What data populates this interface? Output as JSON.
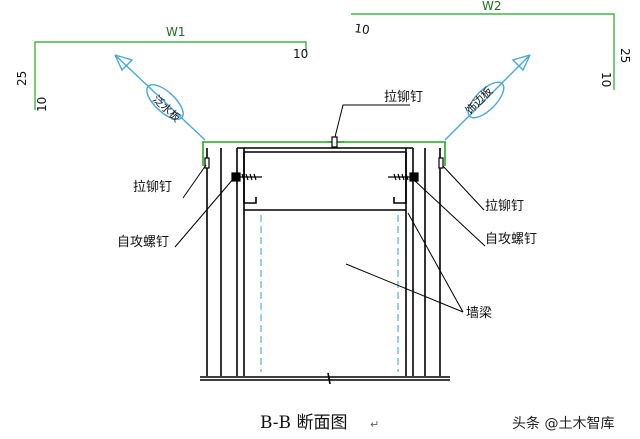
{
  "dimensions": {
    "w1": "W1",
    "w2": "W2",
    "left_top_overhang": "10",
    "left_height": "25",
    "left_bottom_hem": "10",
    "right_top_overhang": "10",
    "right_height": "25",
    "right_bottom_hem": "10"
  },
  "flashings": {
    "left_name": "泛水板",
    "right_name": "饰边板"
  },
  "callouts": {
    "top_rivet": "拉铆钉",
    "left_rivet": "拉铆钉",
    "left_screw": "自攻螺钉",
    "right_rivet": "拉铆钉",
    "right_screw": "自攻螺钉",
    "wall_beam": "墙梁"
  },
  "caption": "B-B 断面图",
  "caption_mark": "↵",
  "watermark": "头条 @土木智库",
  "colors": {
    "flashing": "#22a822",
    "arrow": "#48a8e0",
    "lines": "#000000",
    "centerline": "#2aa0d0"
  }
}
